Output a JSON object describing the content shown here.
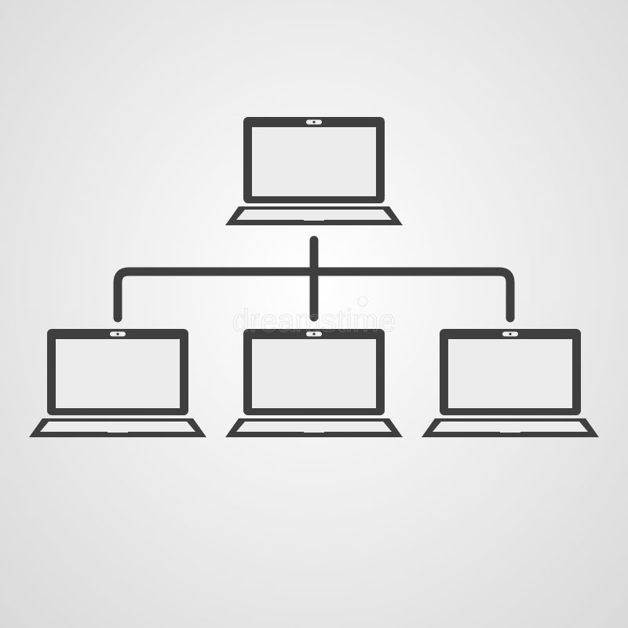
{
  "diagram": {
    "type": "network-hierarchy",
    "colors": {
      "icon": "#3f3f3f",
      "screen": "#ececec",
      "background": "#e6e6e6",
      "watermark": "#bdbdbd"
    },
    "nodes": [
      {
        "id": "root",
        "icon": "laptop-icon",
        "role": "server"
      },
      {
        "id": "client-1",
        "icon": "laptop-icon",
        "role": "client"
      },
      {
        "id": "client-2",
        "icon": "laptop-icon",
        "role": "client"
      },
      {
        "id": "client-3",
        "icon": "laptop-icon",
        "role": "client"
      }
    ],
    "edges": [
      {
        "from": "root",
        "to": "client-1"
      },
      {
        "from": "root",
        "to": "client-2"
      },
      {
        "from": "root",
        "to": "client-3"
      }
    ]
  },
  "watermark": {
    "text": "dreamstime"
  }
}
